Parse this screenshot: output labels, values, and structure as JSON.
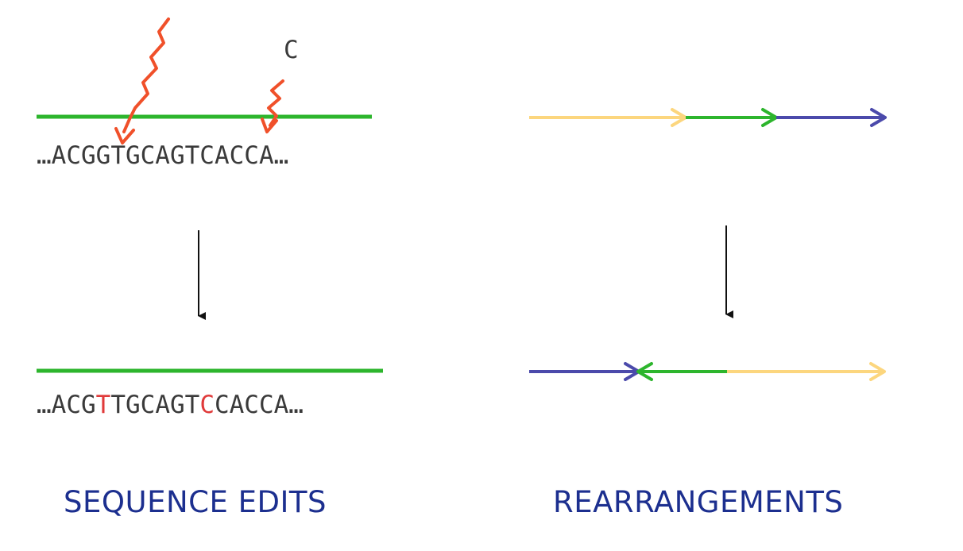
{
  "colors": {
    "green": "#2db52d",
    "yellow": "#fcd67e",
    "blue": "#4b4aab",
    "mutation_arrow": "#f0502a",
    "edited_base": "#e03a3a",
    "title": "#1c2f8f",
    "sequence_text": "#3a3a3a",
    "flow_arrow": "#111111"
  },
  "sequence_edits": {
    "title": "SEQUENCE EDITS",
    "substitution_label": "C",
    "before": {
      "text": "…ACGGTGCAGTCACCA…"
    },
    "after": {
      "prefix": "…ACG",
      "edit1": "T",
      "middle": "TGCAGT",
      "edit2": "C",
      "suffix": "CACCA…"
    }
  },
  "rearrangements": {
    "title": "REARRANGEMENTS",
    "before_segments": [
      "yellow",
      "green",
      "blue"
    ],
    "after_segments": [
      "blue",
      "green-reversed",
      "yellow"
    ]
  }
}
